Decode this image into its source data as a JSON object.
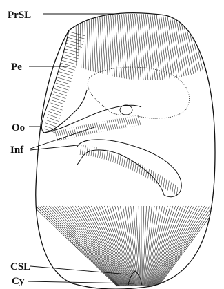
{
  "labels": {
    "prsl": "PrSL",
    "pe": "Pe",
    "oo": "Oo",
    "inf": "Inf",
    "csl": "CSL",
    "cy": "Cy"
  },
  "colors": {
    "ink": "#111111",
    "background": "#ffffff"
  }
}
